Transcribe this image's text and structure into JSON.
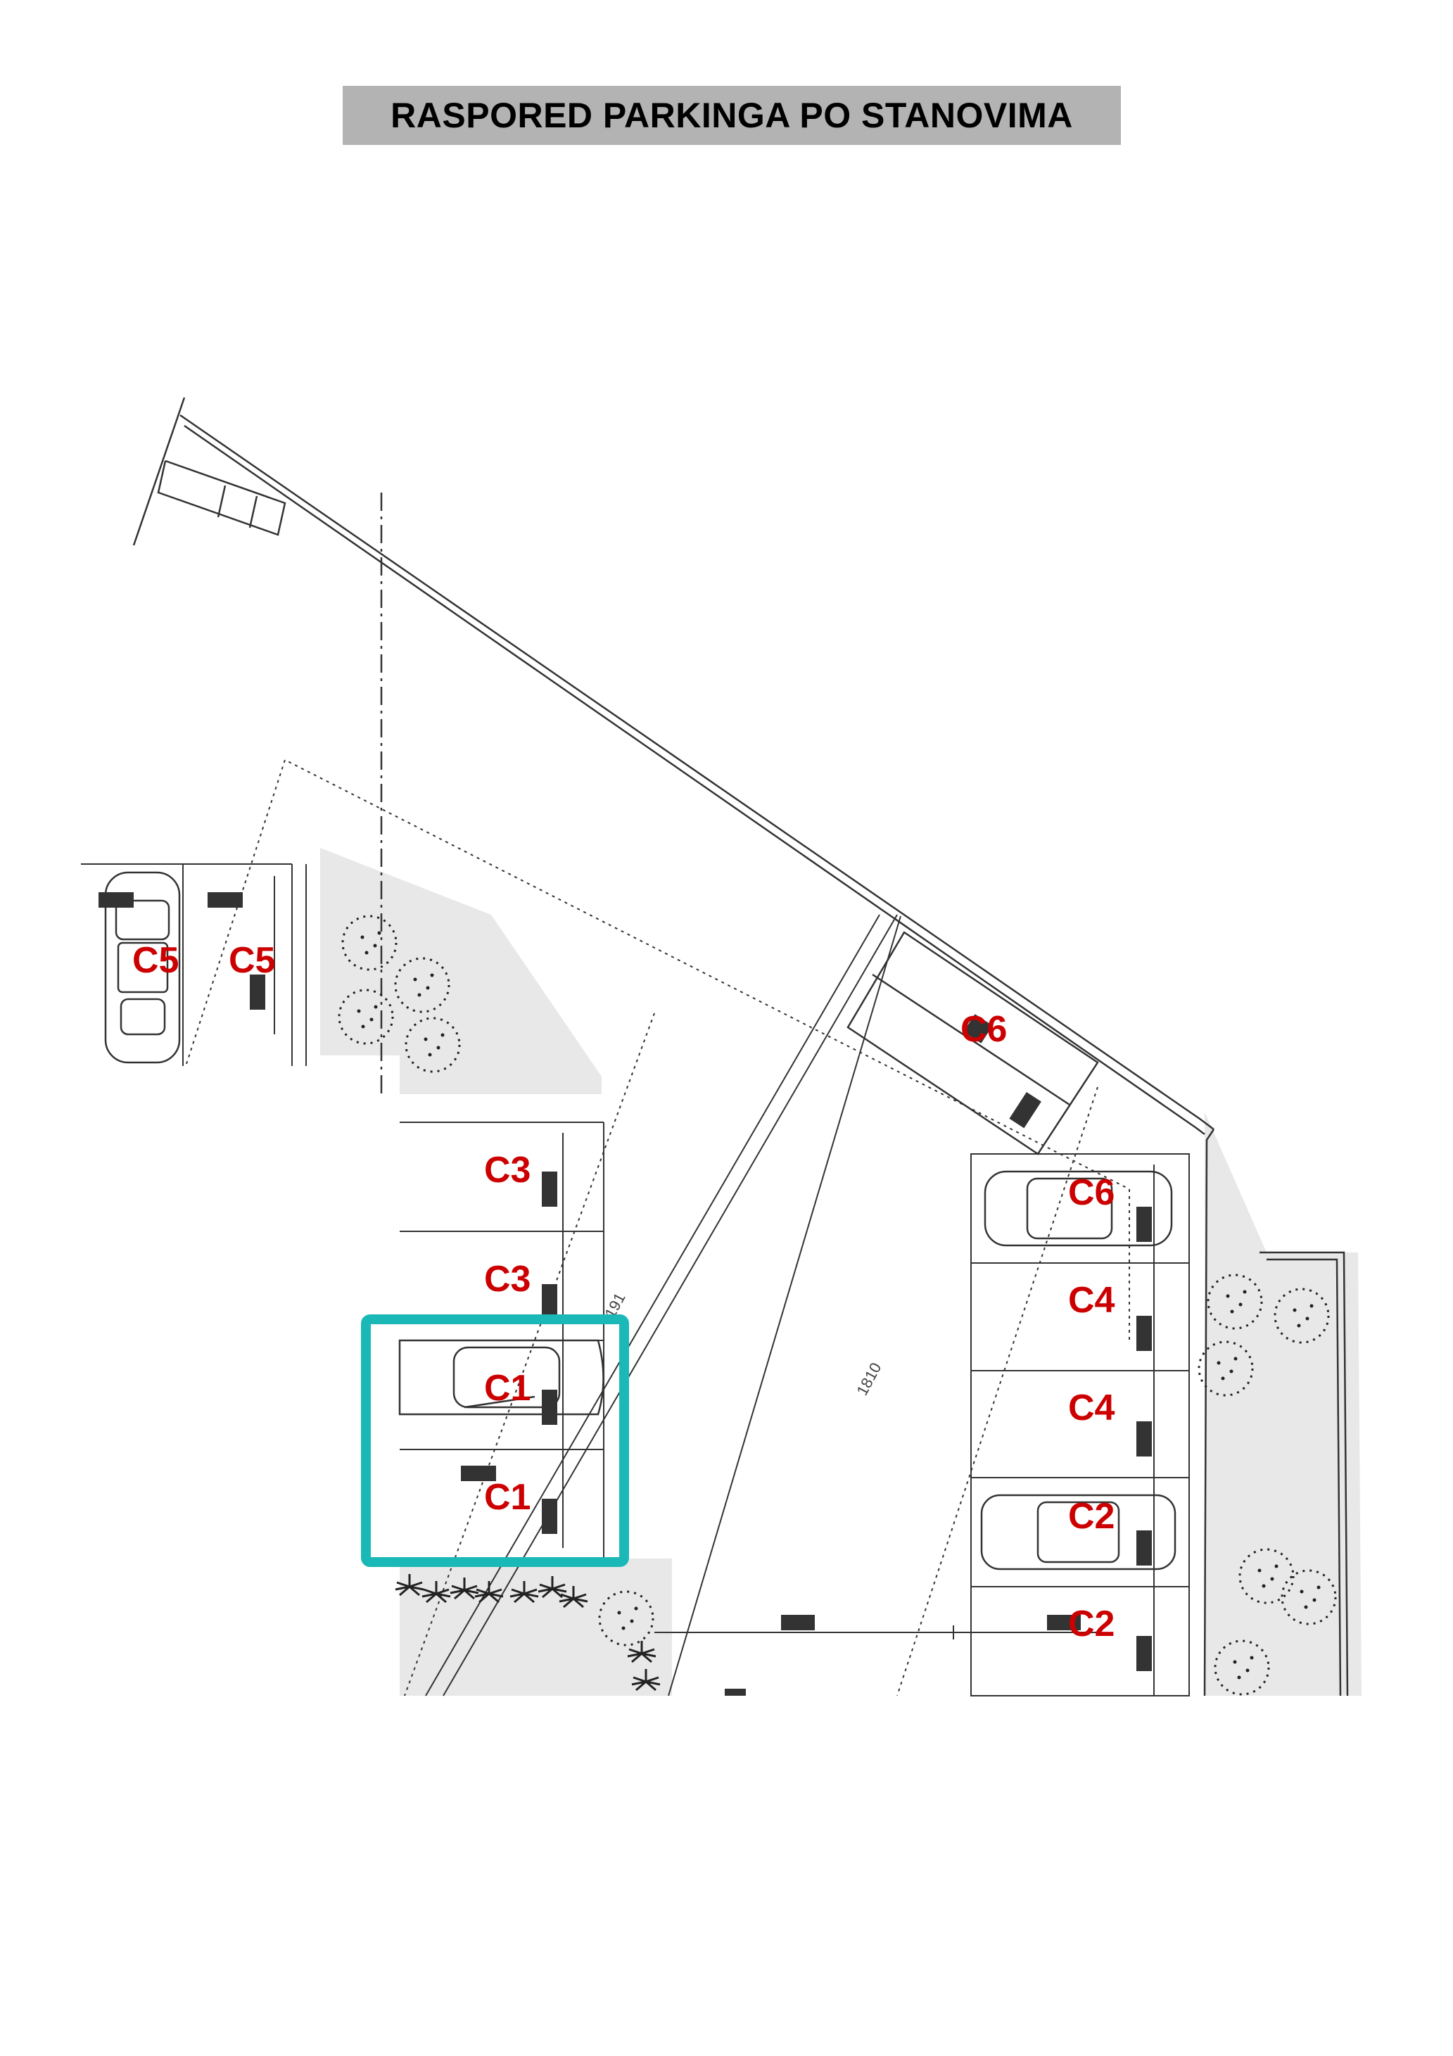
{
  "title": "RASPORED PARKINGA PO STANOVIMA",
  "colors": {
    "label": "#cc0000",
    "highlight": "#1bb8b8",
    "line": "#333333",
    "green_area": "#e8e8e8",
    "marker": "#333333"
  },
  "dimensions": {
    "diagonal_a": "191",
    "diagonal_b": "1810"
  },
  "parking_labels": [
    {
      "id": "c5-left",
      "text": "C5"
    },
    {
      "id": "c5-right",
      "text": "C5"
    },
    {
      "id": "c6-top",
      "text": "C6"
    },
    {
      "id": "c6-car",
      "text": "C6"
    },
    {
      "id": "c3-upper",
      "text": "C3"
    },
    {
      "id": "c3-lower",
      "text": "C3"
    },
    {
      "id": "c4-upper",
      "text": "C4"
    },
    {
      "id": "c4-lower",
      "text": "C4"
    },
    {
      "id": "c1-upper",
      "text": "C1"
    },
    {
      "id": "c1-lower",
      "text": "C1"
    },
    {
      "id": "c2-upper",
      "text": "C2"
    },
    {
      "id": "c2-lower",
      "text": "C2"
    }
  ]
}
